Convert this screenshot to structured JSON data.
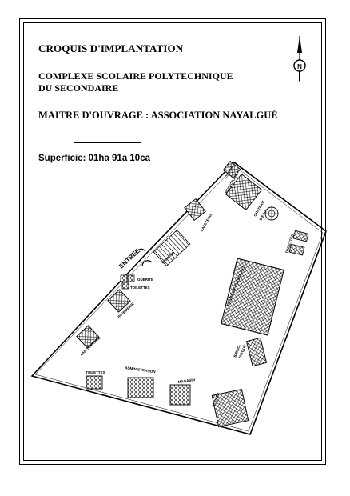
{
  "header": {
    "title": "CROQUIS D'IMPLANTATION",
    "subtitle_line1": "COMPLEXE SCOLAIRE POLYTECHNIQUE",
    "subtitle_line2": "DU SECONDAIRE",
    "owner": "MAITRE D'OUVRAGE : ASSOCIATION NAYALGUÉ"
  },
  "area": "Superficie: 01ha 91a 10ca",
  "north_symbol": "N",
  "labels": {
    "entrance": "ENTREE",
    "parking": "PARKING",
    "guardhouse": "GUERITE",
    "toilets": "TOILETTES",
    "infirmary": "INFIRMERIE",
    "laboratory": "LABORATOIRE",
    "administration": "ADMINISTRATION",
    "toilets_bottom": "TOILETTES",
    "store": "MAGASIN",
    "workshop": "ATELIER",
    "library_line1": "BIBLIO-",
    "library_line2": "THEQUE",
    "classrooms": "SALLES DE CLASSE R+1",
    "cafeteria": "CAFETERIA",
    "refectory": "REFECTOIRE",
    "kitchen": "CUISINE",
    "water_tower_line1": "CHATEAU",
    "water_tower_line2": "D'EAU",
    "toilets_right": "TOILETTES"
  }
}
